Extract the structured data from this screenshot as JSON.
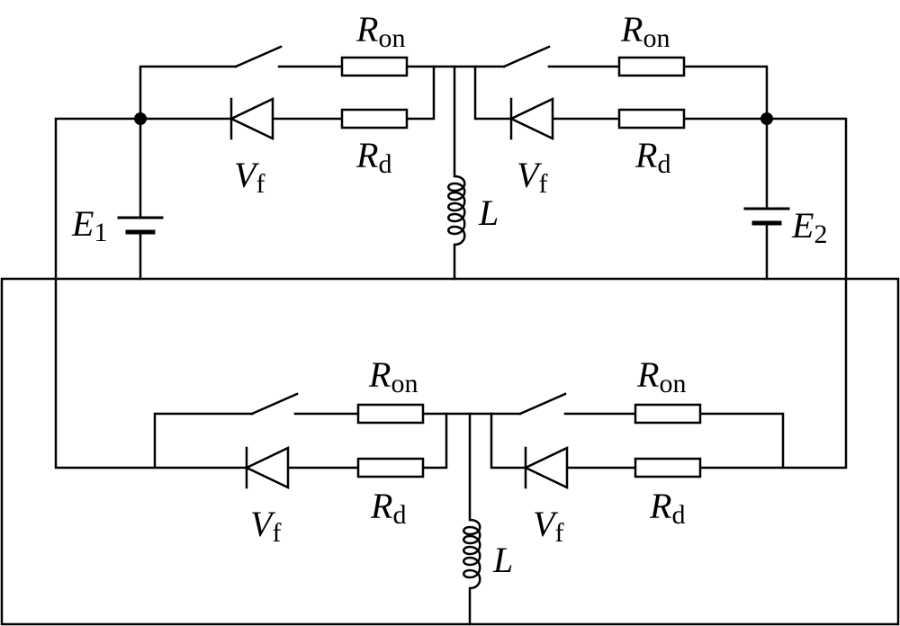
{
  "labels": {
    "switch_resistor": {
      "symbol": "R",
      "sub": "on"
    },
    "diode_resistor": {
      "symbol": "R",
      "sub": "d"
    },
    "diode_voltage": {
      "symbol": "V",
      "sub": "f"
    },
    "inductor": {
      "symbol": "L"
    },
    "source_left": {
      "symbol": "E",
      "sub": "1"
    },
    "source_right": {
      "symbol": "E",
      "sub": "2"
    }
  }
}
